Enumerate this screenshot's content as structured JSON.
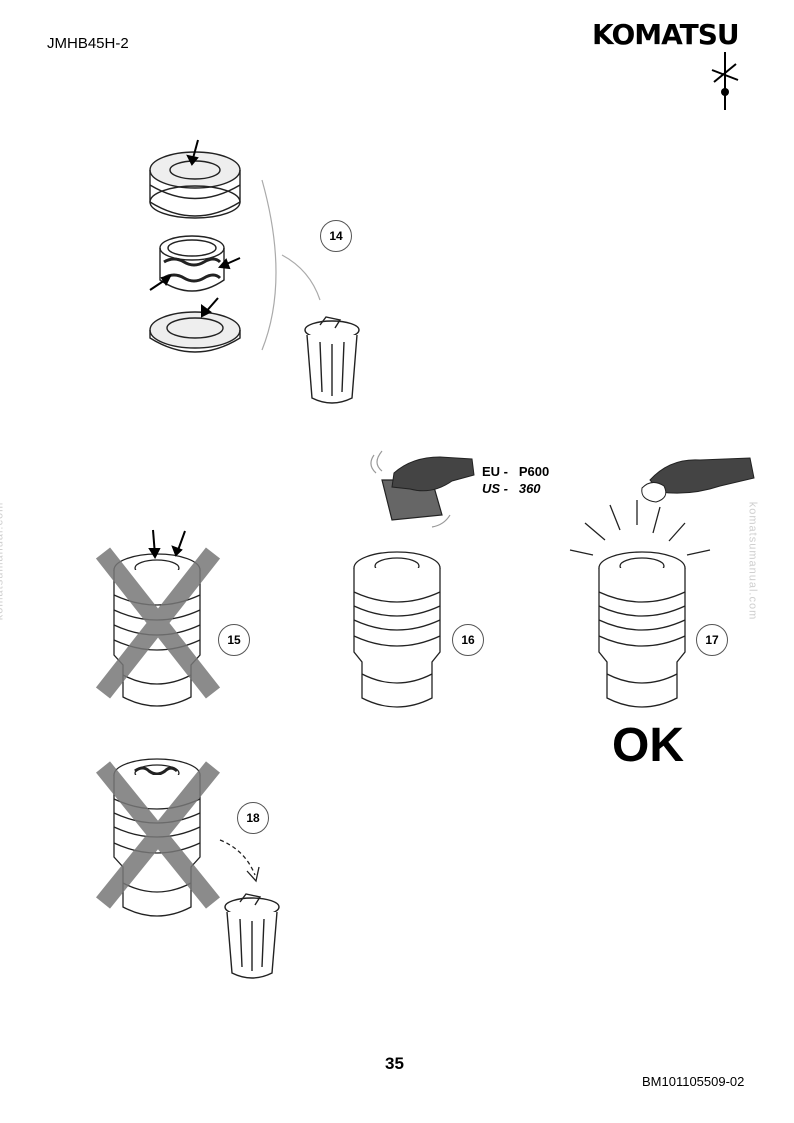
{
  "header": {
    "doc_code": "JMHB45H-2",
    "brand": "KOMATSU"
  },
  "steps": {
    "step14": "14",
    "step15": "15",
    "step16": "16",
    "step17": "17",
    "step18": "18"
  },
  "abrasive": {
    "eu_label": "EU -",
    "eu_value": "P600",
    "us_label": "US -",
    "us_value": "360"
  },
  "result": {
    "ok_text": "OK"
  },
  "footer": {
    "page_number": "35",
    "reference": "BM101105509-02"
  },
  "watermark": {
    "text": "komatsumanual.com"
  },
  "icons": [
    "komatsu-logo",
    "wrench-mark-icon",
    "trash-bin-icon",
    "arrow-icon",
    "cross-mark-icon",
    "sandpaper-icon",
    "hand-icon",
    "cloth-icon"
  ]
}
